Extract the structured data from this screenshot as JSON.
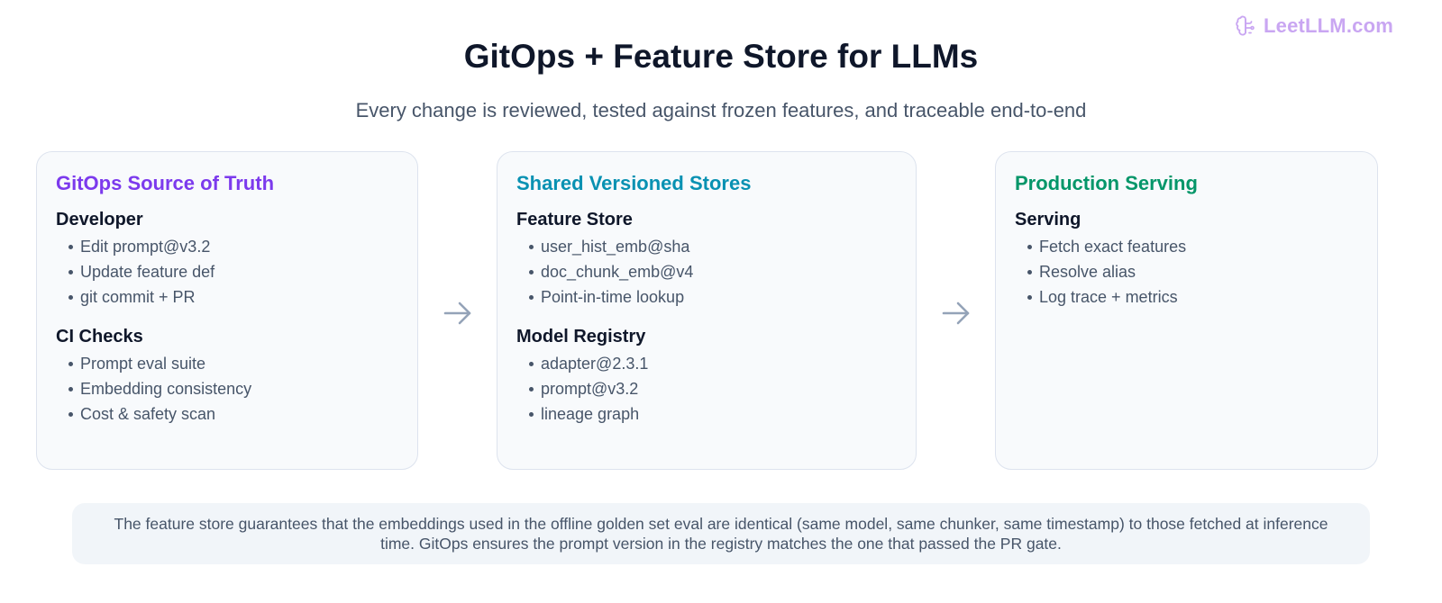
{
  "brand": {
    "text": "LeetLLM.com",
    "icon": "brain-icon",
    "color": "#c9a6f2"
  },
  "title": "GitOps + Feature Store for LLMs",
  "subtitle": "Every change is reviewed, tested against frozen features, and traceable end-to-end",
  "panels": [
    {
      "heading": "GitOps Source of Truth",
      "color": "#7c3aed",
      "sections": [
        {
          "title": "Developer",
          "items": [
            "Edit prompt@v3.2",
            "Update feature def",
            "git commit + PR"
          ]
        },
        {
          "title": "CI Checks",
          "items": [
            "Prompt eval suite",
            "Embedding consistency",
            "Cost & safety scan"
          ]
        }
      ]
    },
    {
      "heading": "Shared Versioned Stores",
      "color": "#0891b2",
      "sections": [
        {
          "title": "Feature Store",
          "items": [
            "user_hist_emb@sha",
            "doc_chunk_emb@v4",
            "Point-in-time lookup"
          ]
        },
        {
          "title": "Model Registry",
          "items": [
            "adapter@2.3.1",
            "prompt@v3.2",
            "lineage graph"
          ]
        }
      ]
    },
    {
      "heading": "Production Serving",
      "color": "#059669",
      "sections": [
        {
          "title": "Serving",
          "items": [
            "Fetch exact features",
            "Resolve alias",
            "Log trace + metrics"
          ]
        }
      ]
    }
  ],
  "arrows": [
    "arrow-right-icon",
    "arrow-right-icon"
  ],
  "note": "The feature store guarantees that the embeddings used in the offline golden set eval are identical (same model, same chunker, same timestamp) to those fetched at inference time. GitOps ensures the prompt version in the registry matches the one that passed the PR gate."
}
